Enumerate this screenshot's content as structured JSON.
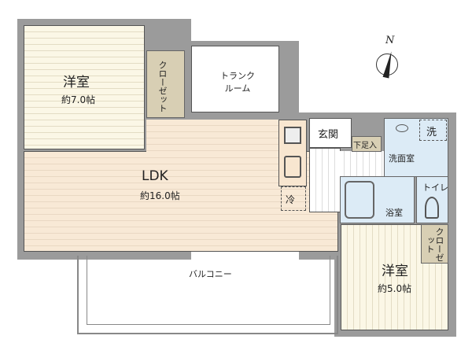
{
  "rooms": {
    "bedroom1": {
      "label": "洋室",
      "size": "約7.0帖"
    },
    "closet1": {
      "label": "クローゼット"
    },
    "trunk_room": {
      "label": "トランク\nルーム"
    },
    "ldk": {
      "label": "LDK",
      "size": "約16.0帖"
    },
    "fridge": {
      "label": "冷"
    },
    "entrance": {
      "label": "玄関"
    },
    "shoe_storage": {
      "label": "下足入"
    },
    "washroom": {
      "label": "洗面室"
    },
    "washer": {
      "label": "洗"
    },
    "bathroom": {
      "label": "浴室"
    },
    "toilet": {
      "label": "トイレ"
    },
    "bedroom2": {
      "label": "洋室",
      "size": "約5.0帖"
    },
    "closet2": {
      "label": "クローゼット"
    },
    "balcony": {
      "label": "バルコニー"
    }
  },
  "compass": {
    "label": "N"
  },
  "colors": {
    "wall": "#9b9b9b",
    "wood": "#f8e9d6",
    "cream": "#fbf7e6",
    "wet": "#dcebf6",
    "closet": "#d8cfb4"
  }
}
